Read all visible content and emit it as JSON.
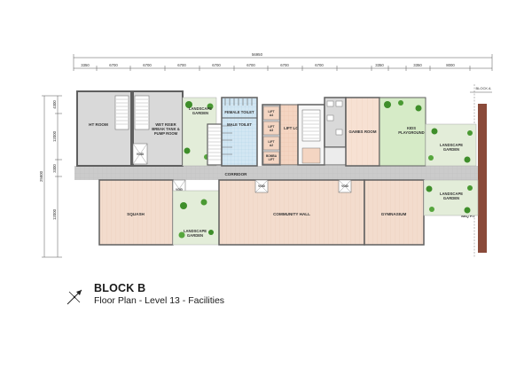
{
  "plan": {
    "block_name": "BLOCK B",
    "subtitle": "Floor Plan - Level 13 - Facilities",
    "adjacent_block": "BLOCK A",
    "dimensions": {
      "overall": "56950",
      "top": [
        "3350",
        "6700",
        "6700",
        "6700",
        "6700",
        "6700",
        "6700",
        "6700",
        "3350",
        "3350",
        "8000"
      ],
      "left_total": "25800",
      "left": [
        "4300",
        "12000",
        "3300",
        "12000"
      ]
    },
    "rooms": {
      "ht_room": "HT ROOM",
      "wet_riser": [
        "WET RISER",
        "BREAK TANK &",
        "PUMP ROOM"
      ],
      "landscape_garden_top": [
        "LANDSCAPE",
        "GARDEN"
      ],
      "female_toilet": "FEMALE TOILET",
      "male_toilet": "MALE TOILET",
      "lifts": [
        [
          "LIFT",
          "A4"
        ],
        [
          "LIFT",
          "A3"
        ],
        [
          "LIFT",
          "A2"
        ],
        [
          "BOMBA",
          "LIFT"
        ]
      ],
      "lift_lobby": "LIFT LOBBY",
      "games_room": "GAMES ROOM",
      "kids_playground": [
        "KIDS",
        "PLAYGROUND"
      ],
      "landscape_garden_right": [
        "LANDSCAPE",
        "GARDEN"
      ],
      "corridor": "CORRIDOR",
      "squash": "SQUASH",
      "landscape_garden_bottom": [
        "LANDSCAPE",
        "GARDEN"
      ],
      "community_hall": "COMMUNITY HALL",
      "gymnasium": "GYMNASIUM",
      "landscape_garden_bottom_right": [
        "LANDSCAPE",
        "GARDEN"
      ],
      "bbq_pit": "BBQ PIT",
      "void": "VOID"
    }
  },
  "colors": {
    "wall": "#5f5f5f",
    "room_fill": "#f7e1d3",
    "corridor": "#c9c9c9",
    "garden": "#e3edd9",
    "tree": "#3e8e2a",
    "toilet": "#d3e7f3",
    "playground": "#d6ebc7",
    "lobby": "#f3d2bd",
    "dark_rooms": "#d8d8d8",
    "bbq": "#8a4a3a"
  },
  "icons": {
    "compass": "north-arrow-icon"
  }
}
